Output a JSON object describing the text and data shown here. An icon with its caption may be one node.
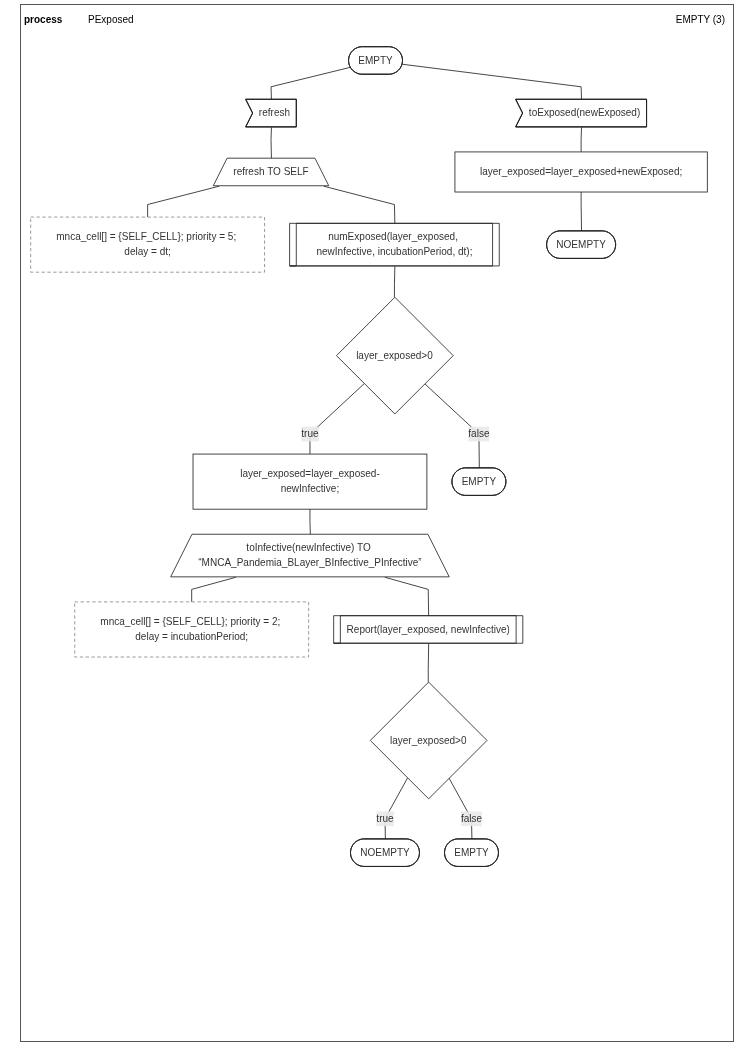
{
  "diagram": {
    "nodes": [
      {
        "text": [
          "EMPTY"
        ]
      },
      {
        "text": [
          "refresh"
        ]
      },
      {
        "text": [
          "toExposed(newExposed)"
        ]
      },
      {
        "text": [
          "refresh TO SELF"
        ]
      },
      {
        "text": [
          "mnca_cell[] = {SELF_CELL}; priority = 5; delay = dt;"
        ]
      },
      {
        "text": [
          "layer_exposed=layer_exposed+newExposed;"
        ]
      },
      {
        "text": [
          "NOEMPTY"
        ]
      },
      {
        "text": [
          "numExposed(layer_exposed, newInfective, incubationPeriod, dt);"
        ]
      },
      {
        "text": [
          "layer_exposed>0"
        ]
      },
      {
        "text": [
          "EMPTY"
        ]
      },
      {
        "text": [
          "layer_exposed=layer_exposed-newInfective;"
        ]
      },
      {
        "text": [
          "toInfective(newInfective) TO “MNCA_Pandemia_BLayer_BInfective_PInfective”"
        ]
      },
      {
        "text": [
          "mnca_cell[] = {SELF_CELL}; priority = 2; delay = incubationPeriod;"
        ]
      },
      {
        "text": [
          "Report(layer_exposed, newInfective)"
        ]
      },
      {
        "text": [
          "layer_exposed>0"
        ]
      },
      {
        "text": [
          "NOEMPTY"
        ]
      },
      {
        "text": [
          "EMPTY"
        ]
      }
    ],
    "edges": [
      {
        "from": 0,
        "to": 1,
        "arrow": "none"
      },
      {
        "from": 0,
        "to": 2,
        "arrow": "none"
      },
      {
        "from": 1,
        "to": 3,
        "arrow": "none"
      },
      {
        "from": 3,
        "to": 4,
        "arrow": "none"
      },
      {
        "from": 3,
        "to": 7,
        "arrow": "none"
      },
      {
        "from": 2,
        "to": 5,
        "arrow": "none"
      },
      {
        "from": 5,
        "to": 6,
        "arrow": "none"
      },
      {
        "from": 7,
        "to": 8,
        "arrow": "none"
      },
      {
        "from": 8,
        "to": 10,
        "label": "true",
        "arrow": "none"
      },
      {
        "from": 8,
        "to": 9,
        "label": "false",
        "arrow": "none"
      },
      {
        "from": 10,
        "to": 11,
        "arrow": "none"
      },
      {
        "from": 11,
        "to": 12,
        "arrow": "none"
      },
      {
        "from": 11,
        "to": 13,
        "arrow": "none"
      },
      {
        "from": 13,
        "to": 14,
        "arrow": "none"
      },
      {
        "from": 14,
        "to": 15,
        "label": "true",
        "arrow": "none"
      },
      {
        "from": 14,
        "to": 16,
        "label": "false",
        "arrow": "none"
      }
    ],
    "labels": [
      "process",
      "PExposed",
      "EMPTY (3)"
    ]
  }
}
